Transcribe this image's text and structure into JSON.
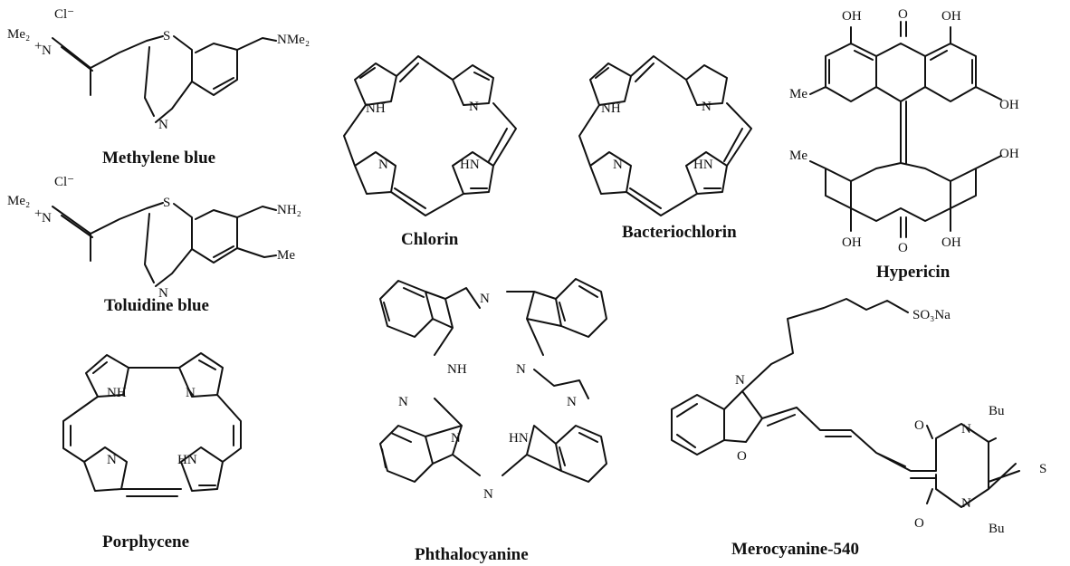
{
  "molecules": [
    {
      "id": "methylene-blue",
      "title": "Methylene blue",
      "labels": [
        "Me₂",
        "Cl⁻",
        "+",
        "N",
        "S",
        "N",
        "NMe₂"
      ]
    },
    {
      "id": "toluidine-blue",
      "title": "Toluidine blue",
      "labels": [
        "Me₂",
        "Cl⁻",
        "+",
        "N",
        "S",
        "N",
        "NH₂",
        "Me"
      ]
    },
    {
      "id": "chlorin",
      "title": "Chlorin",
      "labels": [
        "NH",
        "N",
        "N",
        "HN"
      ]
    },
    {
      "id": "bacteriochlorin",
      "title": "Bacteriochlorin",
      "labels": [
        "NH",
        "N",
        "N",
        "HN"
      ]
    },
    {
      "id": "hypericin",
      "title": "Hypericin",
      "labels": [
        "OH",
        "O",
        "OH",
        "Me",
        "OH",
        "Me",
        "OH",
        "OH",
        "O",
        "OH"
      ]
    },
    {
      "id": "porphycene",
      "title": "Porphycene",
      "labels": [
        "NH",
        "N",
        "N",
        "HN"
      ]
    },
    {
      "id": "phthalocyanine",
      "title": "Phthalocyanine",
      "labels": [
        "N",
        "NH",
        "N",
        "N",
        "N",
        "N",
        "HN",
        "N"
      ]
    },
    {
      "id": "merocyanine-540",
      "title": "Merocyanine-540",
      "labels": [
        "SO₃Na",
        "N",
        "O",
        "O",
        "N",
        "Bu",
        "S",
        "N",
        "Bu",
        "O"
      ]
    }
  ]
}
